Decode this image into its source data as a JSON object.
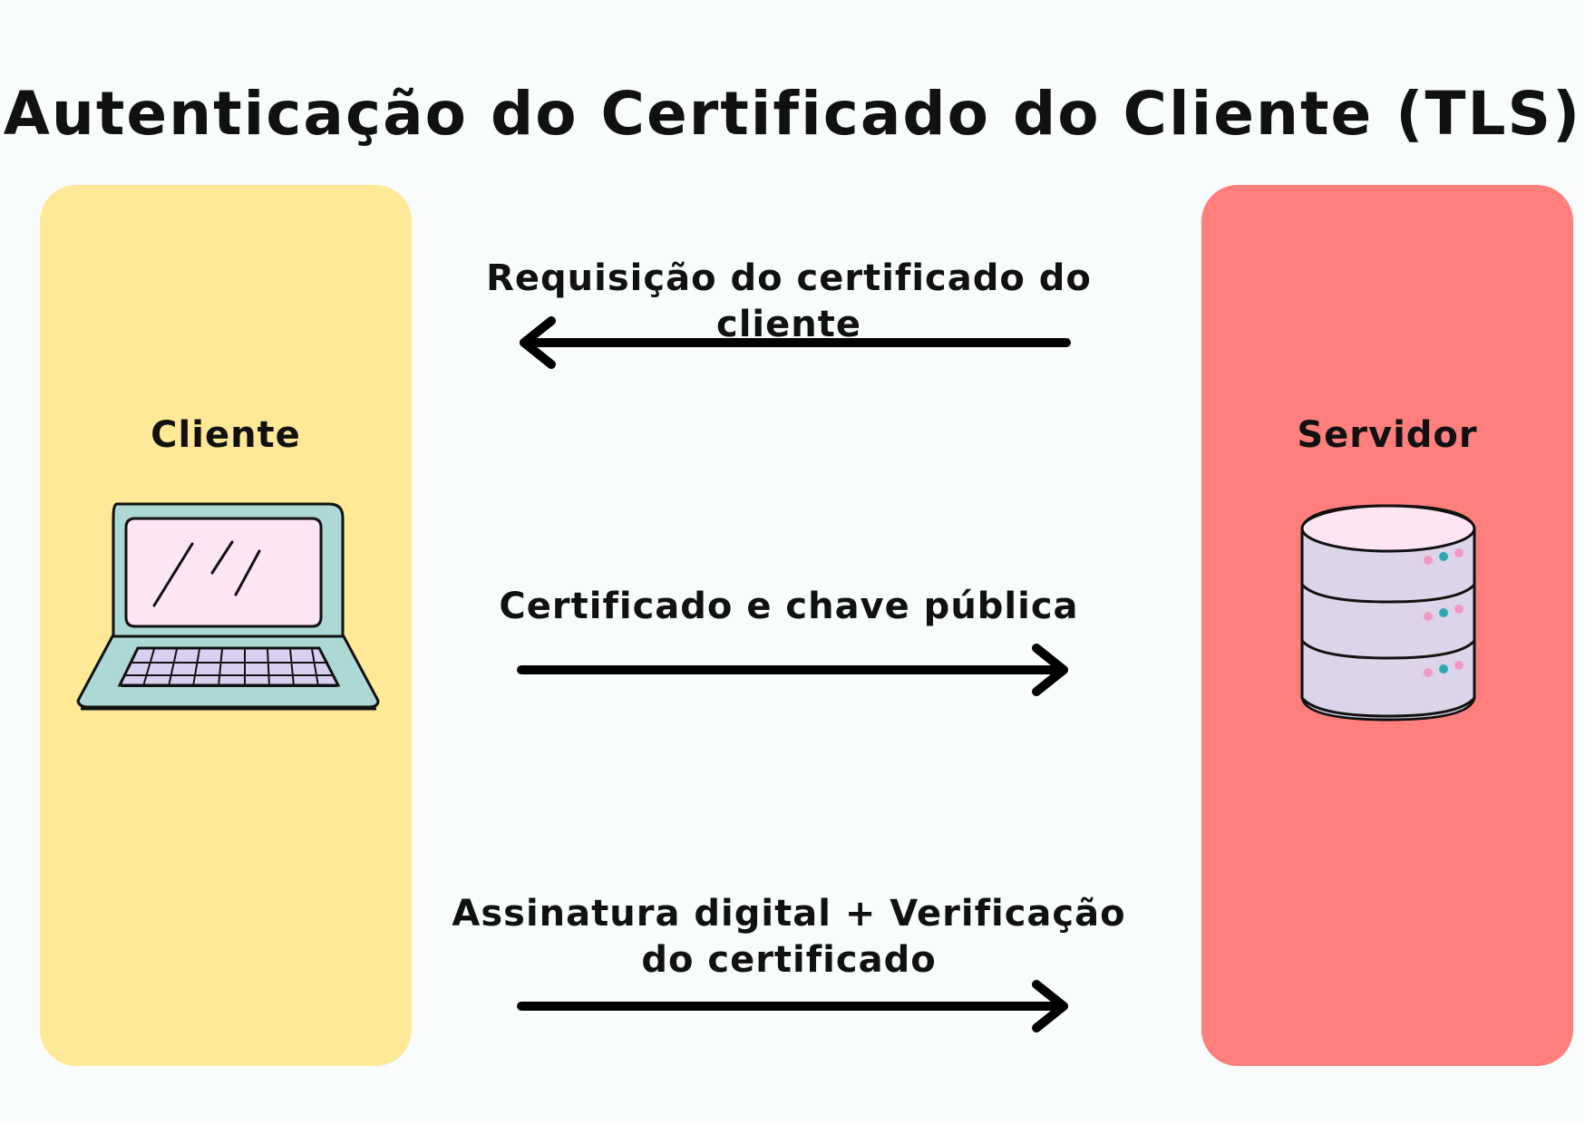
{
  "diagram": {
    "title": "Autenticação do Certificado do Cliente (TLS)",
    "client": {
      "label": "Cliente",
      "icon": "laptop-icon",
      "color": "#ffe896"
    },
    "server": {
      "label": "Servidor",
      "icon": "server-database-icon",
      "color": "#ff7f7d"
    },
    "messages": [
      {
        "label": "Requisição do certificado do cliente",
        "direction": "server-to-client"
      },
      {
        "label": "Certificado e chave pública",
        "direction": "client-to-server"
      },
      {
        "label": "Assinatura digital + Verificação do certificado",
        "direction": "client-to-server"
      }
    ]
  }
}
